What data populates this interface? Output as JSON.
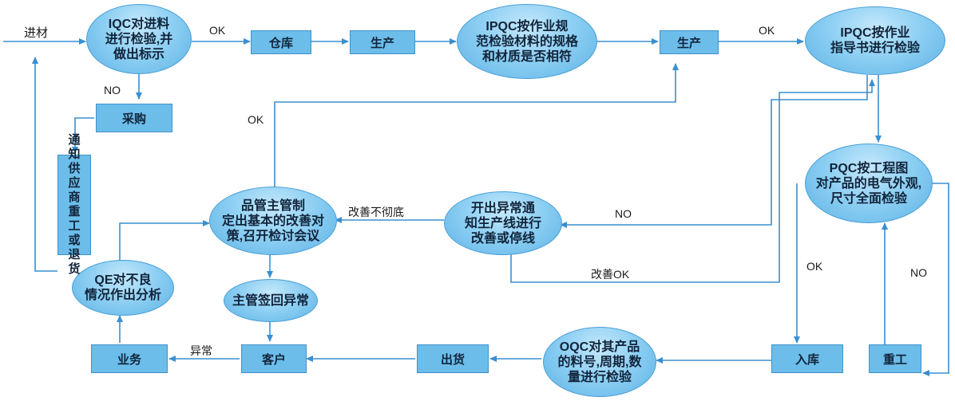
{
  "start_label": "进材",
  "nodes": {
    "iqc_inspect": "IQC对进料\n进行检验,并\n做出标示",
    "warehouse": "仓库",
    "production_1": "生产",
    "ipqc_check": "IPQC按作业规\n范检验材料的规格\n和材质是否相符",
    "production_2": "生产",
    "ipqc_guide": "IPQC按作业\n指导书进行检验",
    "purchase": "采购",
    "notify_supplier": "通知供应商重工或退货",
    "pqc_inspect": "PQC按工程图\n对产品的电气外观,\n尺寸全面检验",
    "quality_manager": "品管主管制\n定出基本的改善对\n策,召开检讨会议",
    "abnormal_notice": "开出异常通\n知生产线进行\n改善或停线",
    "qe_analysis": "QE对不良\n情况作出分析",
    "manager_sign": "主管签回异常",
    "business": "业务",
    "customer": "客户",
    "shipment": "出货",
    "oqc_check": "OQC对其产品\n的料号,周期,数\n量进行检验",
    "stock_in": "入库",
    "rework": "重工"
  },
  "labels": {
    "ok_1": "OK",
    "no_1": "NO",
    "ok_2": "OK",
    "ok_3": "OK",
    "no_2": "NO",
    "improve_incomplete": "改善不彻底",
    "improve_ok": "改善OK",
    "ok_4": "OK",
    "no_3": "NO",
    "abnormal": "异常"
  },
  "colors": {
    "line": "#3a8fd0",
    "box_fill": "#6cbdea",
    "ellipse_fill": "#8fd0f3"
  }
}
